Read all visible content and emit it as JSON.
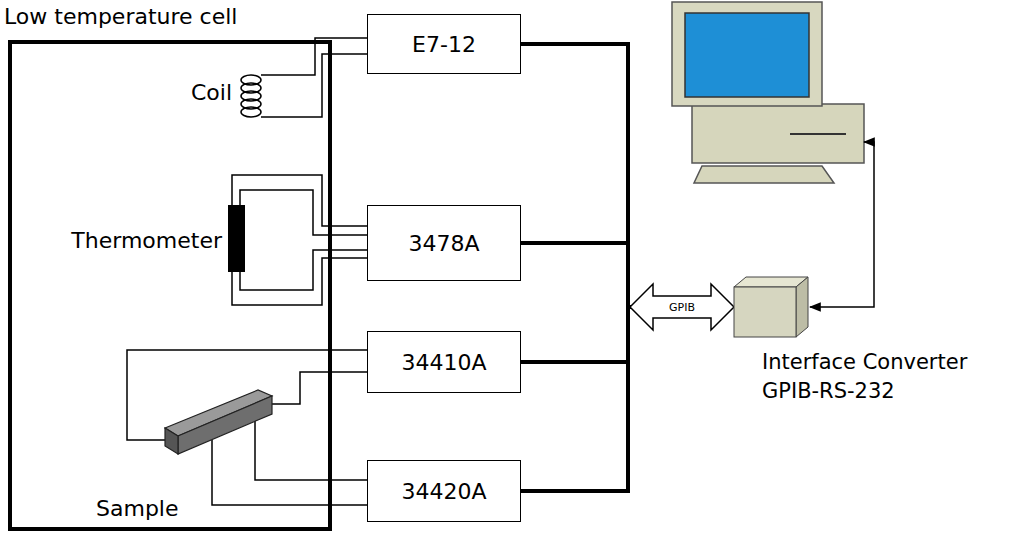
{
  "diagram": {
    "nodes": [
      {
        "text": [
          "Low temperature cell"
        ]
      },
      {
        "text": [
          "E7-12"
        ]
      },
      {
        "text": [
          "3478A"
        ]
      },
      {
        "text": [
          "34410A"
        ]
      },
      {
        "text": [
          "34420A"
        ]
      },
      {
        "text": [
          "Interface Converter GPIB-RS-232"
        ]
      }
    ],
    "edges": [
      {
        "from": 1,
        "to": 5,
        "arrow": "to",
        "label": "GPIB"
      },
      {
        "from": 2,
        "to": 5,
        "arrow": "to"
      },
      {
        "from": 3,
        "to": 5,
        "arrow": "to"
      },
      {
        "from": 4,
        "to": 5,
        "arrow": "to"
      }
    ],
    "labels": [
      "Coil",
      "Thermometer",
      "Sample"
    ]
  }
}
